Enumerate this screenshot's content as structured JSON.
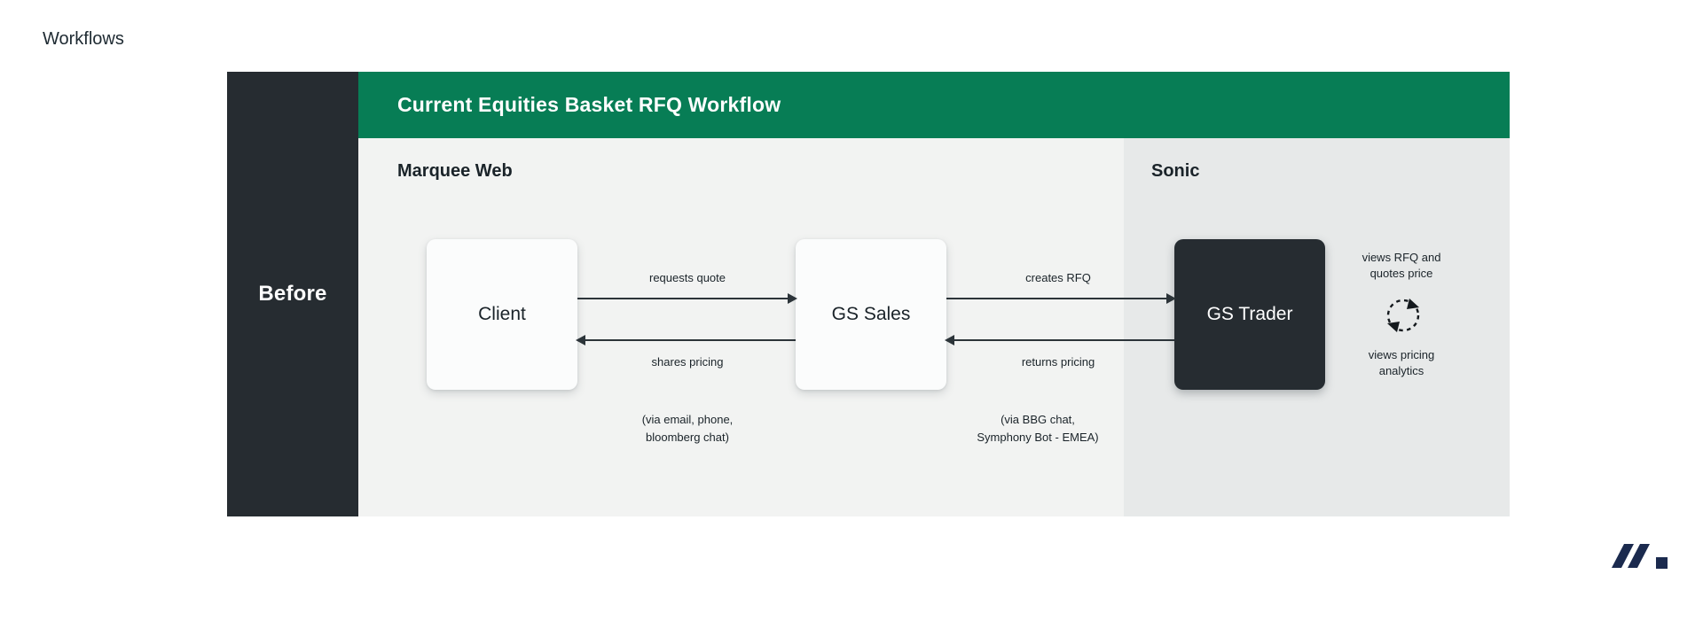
{
  "page": {
    "title": "Workflows"
  },
  "colors": {
    "header_green": "#077d55",
    "panel_dark": "#262c31",
    "marquee_section_bg": "#f2f3f2",
    "sonic_section_bg": "#e7e9e9",
    "arrow": "#2c3439",
    "logo_navy": "#1b2a4e"
  },
  "diagram": {
    "before_label": "Before",
    "header_title": "Current Equities Basket RFQ Workflow",
    "sections": [
      {
        "label": "Marquee Web"
      },
      {
        "label": "Sonic"
      }
    ],
    "nodes": [
      {
        "label": "Client"
      },
      {
        "label": "GS Sales"
      },
      {
        "label": "GS Trader"
      }
    ],
    "arrows": [
      {
        "label": "requests quote",
        "direction": "right",
        "from": "Client",
        "to": "GS Sales"
      },
      {
        "label": "shares pricing",
        "direction": "left",
        "from": "GS Sales",
        "to": "Client"
      },
      {
        "label": "creates RFQ",
        "direction": "right",
        "from": "GS Sales",
        "to": "GS Trader"
      },
      {
        "label": "returns pricing",
        "direction": "left",
        "from": "GS Trader",
        "to": "GS Sales"
      }
    ],
    "footnotes": [
      {
        "line1": "(via email, phone,",
        "line2": "bloomberg chat)"
      },
      {
        "line1": "(via BBG chat,",
        "line2": "Symphony Bot - EMEA)"
      }
    ],
    "trader_notes": {
      "top": {
        "line1": "views RFQ and",
        "line2": "quotes price"
      },
      "icon": "cycle-icon",
      "bottom": {
        "line1": "views pricing",
        "line2": "analytics"
      }
    }
  },
  "logo": {
    "name": "marquee-logo"
  }
}
